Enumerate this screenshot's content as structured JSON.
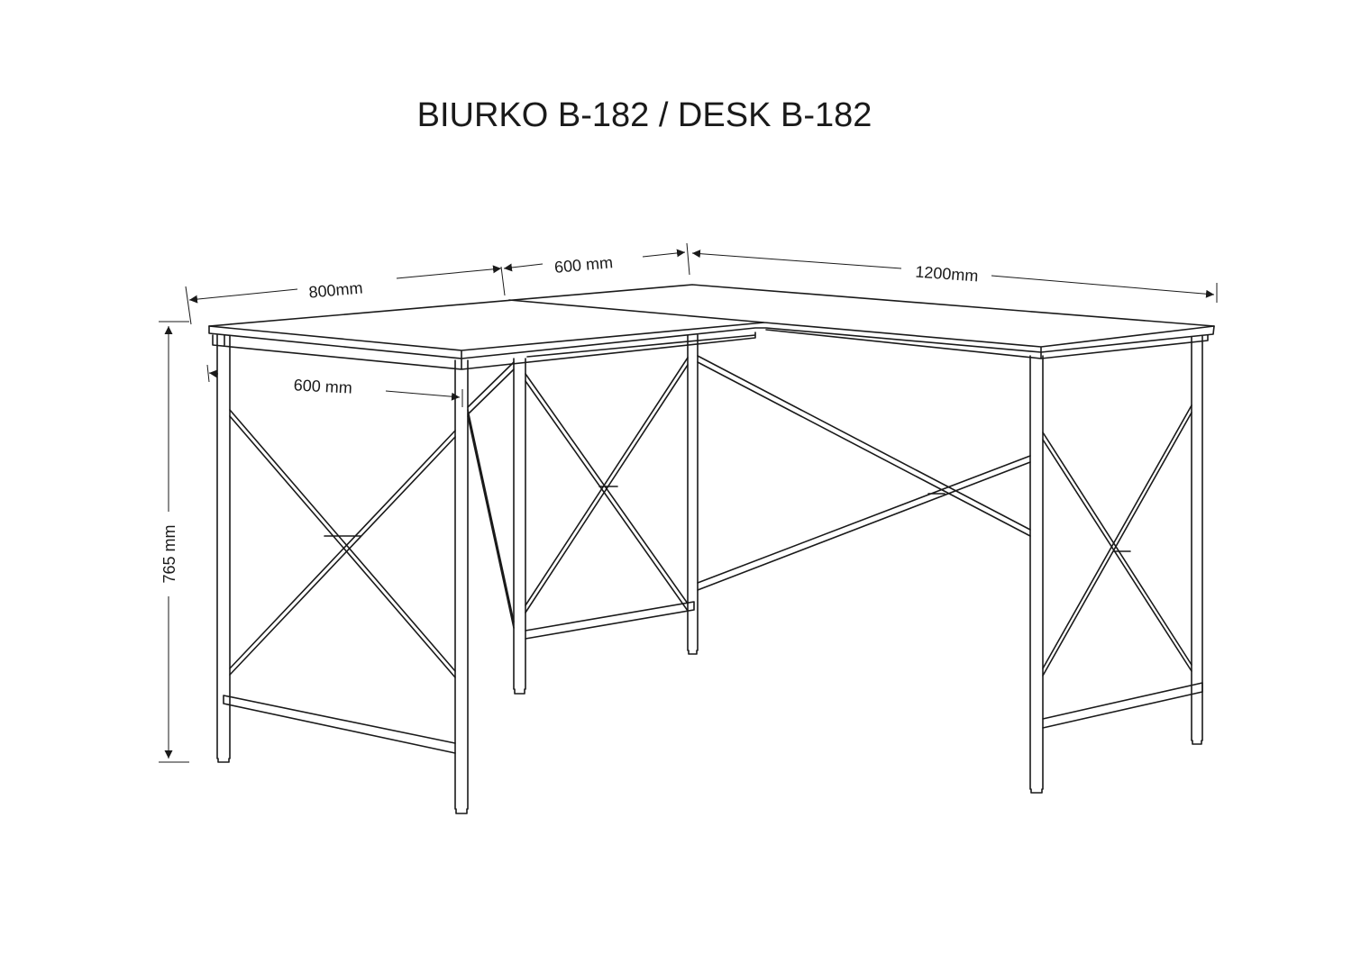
{
  "title": "BIURKO B-182 / DESK B-182",
  "dimensions": {
    "width_left": "800mm",
    "width_middle": "600 mm",
    "width_right": "1200mm",
    "depth_left": "600 mm",
    "height": "765 mm"
  },
  "colors": {
    "line": "#1a1a1a",
    "background": "#ffffff"
  }
}
